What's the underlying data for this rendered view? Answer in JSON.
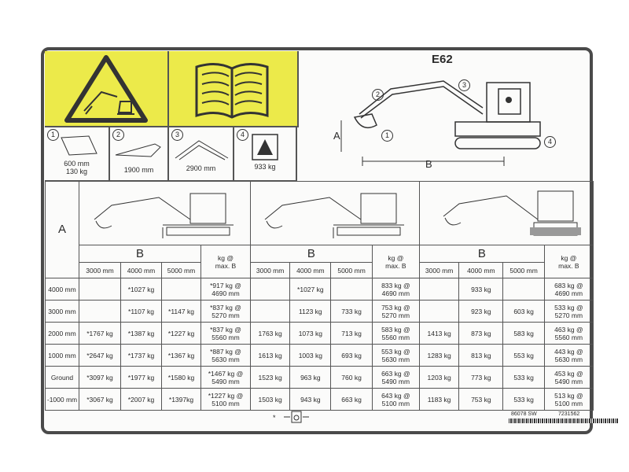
{
  "model": "E62",
  "accessories": [
    {
      "num": "1",
      "label1": "600 mm",
      "label2": "130 kg",
      "icon": "bucket-icon"
    },
    {
      "num": "2",
      "label1": "1900 mm",
      "icon": "dipper-arm-icon"
    },
    {
      "num": "3",
      "label1": "2900 mm",
      "icon": "boom-icon"
    },
    {
      "num": "4",
      "label1": "933 kg",
      "icon": "weight-icon"
    }
  ],
  "diagram_labels": {
    "a": "A",
    "b": "B",
    "n1": "1",
    "n2": "2",
    "n3": "3",
    "n4": "4"
  },
  "table": {
    "row_header": "A",
    "b_header": "B",
    "max_header1": "kg @",
    "max_header2": "max. B",
    "columns": [
      "3000 mm",
      "4000 mm",
      "5000 mm"
    ],
    "rows": [
      "4000 mm",
      "3000 mm",
      "2000 mm",
      "1000 mm",
      "Ground",
      "-1000 mm"
    ],
    "sections": [
      {
        "cells": [
          [
            "",
            "*1027 kg",
            "",
            "*917 kg @",
            "4690 mm"
          ],
          [
            "",
            "*1107 kg",
            "*1147 kg",
            "*837 kg @",
            "5270 mm"
          ],
          [
            "*1767 kg",
            "*1387 kg",
            "*1227 kg",
            "*837 kg @",
            "5560 mm"
          ],
          [
            "*2647 kg",
            "*1737 kg",
            "*1367 kg",
            "*887 kg @",
            "5630 mm"
          ],
          [
            "*3097 kg",
            "*1977 kg",
            "*1580 kg",
            "*1467 kg @",
            "5490 mm"
          ],
          [
            "*3067 kg",
            "*2007 kg",
            "*1397kg",
            "*1227 kg @",
            "5100 mm"
          ]
        ]
      },
      {
        "cells": [
          [
            "",
            "*1027 kg",
            "",
            "833 kg @",
            "4690 mm"
          ],
          [
            "",
            "1123 kg",
            "733 kg",
            "753 kg @",
            "5270 mm"
          ],
          [
            "1763 kg",
            "1073 kg",
            "713 kg",
            "583 kg @",
            "5560 mm"
          ],
          [
            "1613 kg",
            "1003 kg",
            "693 kg",
            "553 kg @",
            "5630 mm"
          ],
          [
            "1523 kg",
            "963 kg",
            "760 kg",
            "663 kg @",
            "5490 mm"
          ],
          [
            "1503 kg",
            "943 kg",
            "663 kg",
            "643 kg @",
            "5100 mm"
          ]
        ]
      },
      {
        "cells": [
          [
            "",
            "933 kg",
            "",
            "683 kg @",
            "4690 mm"
          ],
          [
            "",
            "923 kg",
            "603 kg",
            "533 kg @",
            "5270 mm"
          ],
          [
            "1413 kg",
            "873 kg",
            "583 kg",
            "463 kg @",
            "5560 mm"
          ],
          [
            "1283 kg",
            "813 kg",
            "553 kg",
            "443 kg @",
            "5630 mm"
          ],
          [
            "1203 kg",
            "773 kg",
            "533 kg",
            "453 kg @",
            "5490 mm"
          ],
          [
            "1183 kg",
            "753 kg",
            "533 kg",
            "513 kg @",
            "5100 mm"
          ]
        ]
      }
    ]
  },
  "footer": {
    "star": "*",
    "code1": "86078 SW",
    "code2": "7231562"
  }
}
